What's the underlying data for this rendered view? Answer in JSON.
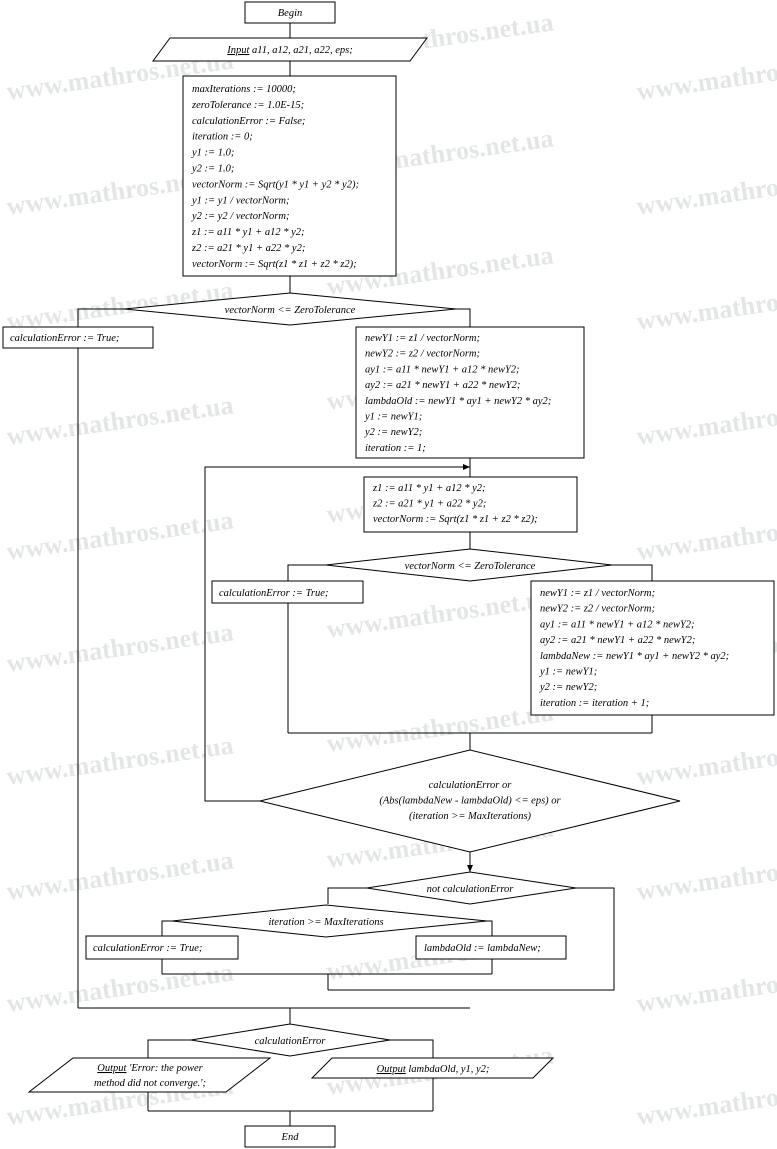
{
  "watermark": "www.mathros.net.ua",
  "begin": "Begin",
  "end": "End",
  "input": {
    "keyword": "Input",
    "rest": " a11, a12, a21, a22, eps;"
  },
  "init_block": [
    "maxIterations := 10000;",
    "zeroTolerance := 1.0E-15;",
    "calculationError := False;",
    "iteration := 0;",
    "y1 := 1.0;",
    "y2 := 1.0;",
    "vectorNorm := Sqrt(y1 * y1 + y2 * y2);",
    "y1 := y1 / vectorNorm;",
    "y2 := y2 / vectorNorm;",
    "z1 := a11 * y1 + a12 * y2;",
    "z2 := a21 * y1 + a22 * y2;",
    "vectorNorm := Sqrt(z1 * z1 + z2 * z2);"
  ],
  "cond1": "vectorNorm <= ZeroTolerance",
  "error1": "calculationError := True;",
  "normalize1": [
    "newY1 := z1 / vectorNorm;",
    "newY2 := z2 / vectorNorm;",
    "ay1 := a11 * newY1 + a12 * newY2;",
    "ay2 := a21 * newY1 + a22 * newY2;",
    "lambdaOld := newY1 * ay1 + newY2 * ay2;",
    "y1 := newY1;",
    "y2 := newY2;",
    "iteration := 1;"
  ],
  "loop_block": [
    "z1 := a11 * y1 + a12 * y2;",
    "z2 := a21 * y1 + a22 * y2;",
    "vectorNorm := Sqrt(z1 * z1 + z2 * z2);"
  ],
  "cond2": "vectorNorm <= ZeroTolerance",
  "error2": "calculationError := True;",
  "normalize2": [
    "newY1 := z1 / vectorNorm;",
    "newY2 := z2 / vectorNorm;",
    "ay1 := a11 * newY1 + a12 * newY2;",
    "ay2 := a21 * newY1 + a22 * newY2;",
    "lambdaNew := newY1 * ay1 + newY2 * ay2;",
    "y1 := newY1;",
    "y2 := newY2;",
    "iteration := iteration + 1;"
  ],
  "loop_cond": [
    "calculationError or",
    "(Abs(lambdaNew - lambdaOld) <= eps) or",
    "(iteration >= MaxIterations)"
  ],
  "cond3": "not calculationError",
  "cond4": "iteration >= MaxIterations",
  "error3": "calculationError := True;",
  "assign_lambda": "lambdaOld := lambdaNew;",
  "cond5": "calculationError",
  "output_error": {
    "keyword": "Output",
    "line1": " 'Error: the power",
    "line2": "method did not converge.';"
  },
  "output_result": {
    "keyword": "Output",
    "rest": " lambdaOld, y1, y2;"
  }
}
